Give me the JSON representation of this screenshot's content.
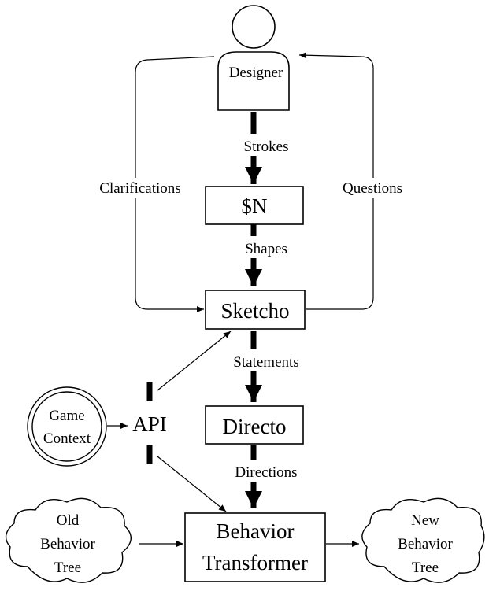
{
  "designer": {
    "label": "Designer"
  },
  "flow_labels": {
    "strokes": "Strokes",
    "shapes": "Shapes",
    "statements": "Statements",
    "directions": "Directions",
    "clarifications": "Clarifications",
    "questions": "Questions"
  },
  "boxes": {
    "n_recognizer": "$N",
    "sketcho": "Sketcho",
    "directo": "Directo",
    "behavior_transformer": [
      "Behavior",
      "Transformer"
    ]
  },
  "api": {
    "label": "API"
  },
  "game_context": {
    "lines": [
      "Game",
      "Context"
    ]
  },
  "old_tree": {
    "lines": [
      "Old",
      "Behavior",
      "Tree"
    ]
  },
  "new_tree": {
    "lines": [
      "New",
      "Behavior",
      "Tree"
    ]
  }
}
